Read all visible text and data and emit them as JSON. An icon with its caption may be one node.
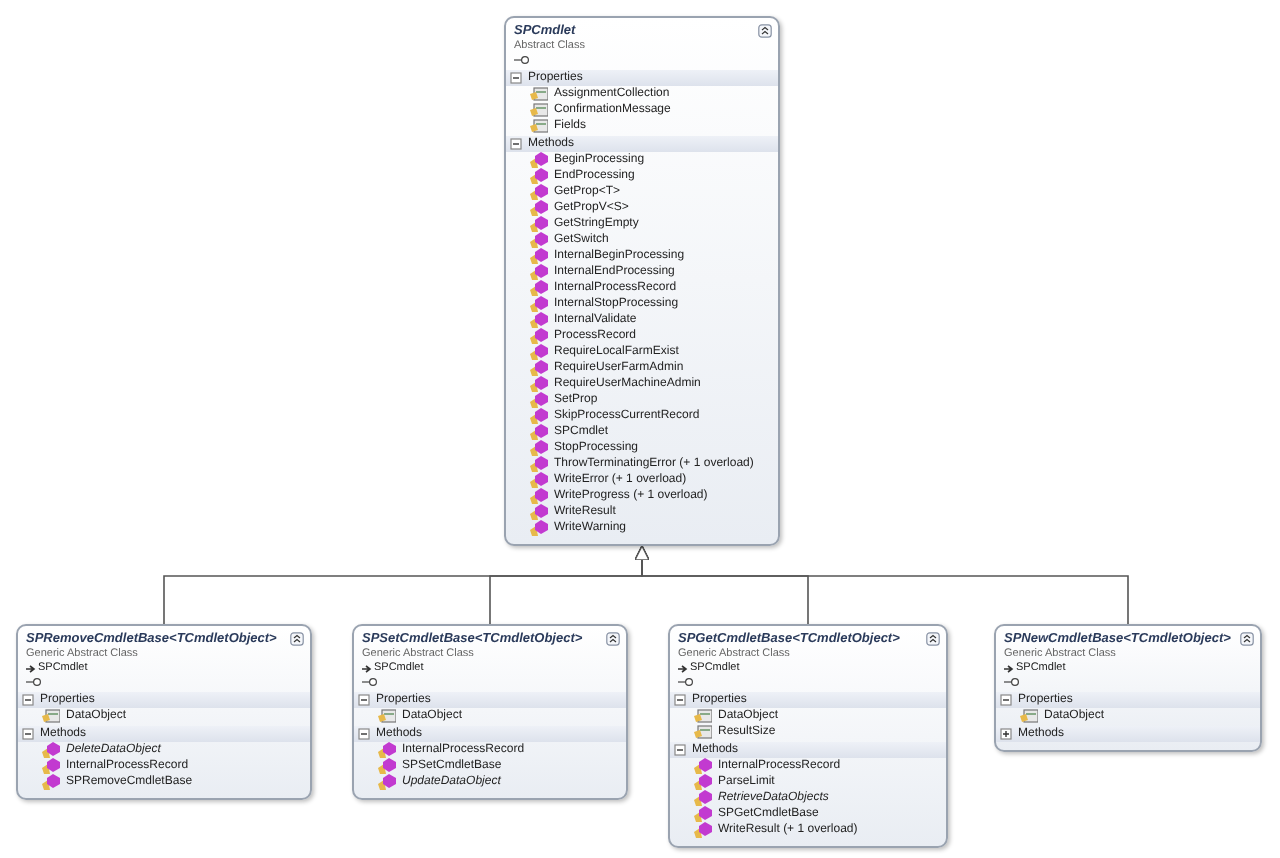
{
  "diagram": {
    "nodes": [
      {
        "text": [
          "SPCmdlet",
          "Abstract Class"
        ]
      },
      {
        "text": [
          "Properties",
          "AssignmentCollection",
          "ConfirmationMessage",
          "Fields"
        ],
        "in": 0
      },
      {
        "text": [
          "Methods",
          "BeginProcessing",
          "EndProcessing",
          "GetProp<T>",
          "GetPropV<S>",
          "GetStringEmpty",
          "GetSwitch",
          "InternalBeginProcessing",
          "InternalEndProcessing",
          "InternalProcessRecord",
          "InternalStopProcessing",
          "InternalValidate",
          "ProcessRecord",
          "RequireLocalFarmExist",
          "RequireUserFarmAdmin",
          "RequireUserMachineAdmin",
          "SetProp",
          "SkipProcessCurrentRecord",
          "SPCmdlet",
          "StopProcessing",
          "ThrowTerminatingError (+ 1 overload)",
          "WriteError (+ 1 overload)",
          "WriteProgress (+ 1 overload)",
          "WriteResult",
          "WriteWarning"
        ],
        "in": 0
      },
      {
        "text": [
          "SPRemoveCmdletBase<TCmdletObject>",
          "Generic Abstract Class",
          "SPCmdlet"
        ]
      },
      {
        "text": [
          "Properties",
          "DataObject"
        ],
        "in": 3
      },
      {
        "text": [
          "Methods",
          "*DeleteDataObject*",
          "InternalProcessRecord",
          "SPRemoveCmdletBase"
        ],
        "in": 3
      },
      {
        "text": [
          "SPSetCmdletBase<TCmdletObject>",
          "Generic Abstract Class",
          "SPCmdlet"
        ]
      },
      {
        "text": [
          "Properties",
          "DataObject"
        ],
        "in": 6
      },
      {
        "text": [
          "Methods",
          "InternalProcessRecord",
          "SPSetCmdletBase",
          "*UpdateDataObject*"
        ],
        "in": 6
      },
      {
        "text": [
          "SPGetCmdletBase<TCmdletObject>",
          "Generic Abstract Class",
          "SPCmdlet"
        ]
      },
      {
        "text": [
          "Properties",
          "DataObject",
          "ResultSize"
        ],
        "in": 9
      },
      {
        "text": [
          "Methods",
          "InternalProcessRecord",
          "ParseLimit",
          "*RetrieveDataObjects*",
          "SPGetCmdletBase",
          "WriteResult (+ 1 overload)"
        ],
        "in": 9
      },
      {
        "text": [
          "SPNewCmdletBase<TCmdletObject>",
          "Generic Abstract Class",
          "SPCmdlet"
        ]
      },
      {
        "text": [
          "Properties",
          "DataObject"
        ],
        "in": 12
      },
      {
        "text": [
          "Methods"
        ],
        "in": 12
      }
    ],
    "edges": [
      {
        "from": 3,
        "to": 0,
        "arrow": "to"
      },
      {
        "from": 6,
        "to": 0,
        "arrow": "to"
      },
      {
        "from": 9,
        "to": 0,
        "arrow": "to"
      },
      {
        "from": 12,
        "to": 0,
        "arrow": "to"
      }
    ]
  }
}
